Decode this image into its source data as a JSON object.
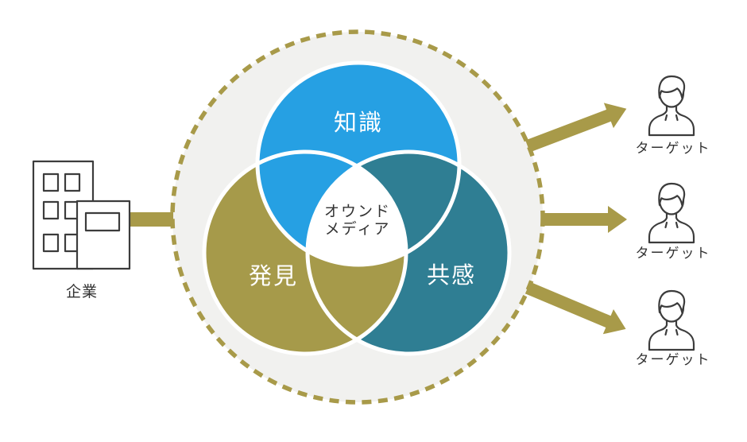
{
  "diagram": {
    "title_hint": "owned-media-venn-flow",
    "company": {
      "label": "企業"
    },
    "venn": {
      "circles": [
        {
          "id": "knowledge",
          "label": "知識",
          "color": "#26A0E3"
        },
        {
          "id": "discovery",
          "label": "発見",
          "color": "#A69A4A"
        },
        {
          "id": "empathy",
          "label": "共感",
          "color": "#2F7E93"
        }
      ],
      "center": {
        "line1": "オウンド",
        "line2": "メディア"
      }
    },
    "targets": [
      {
        "label": "ターゲット"
      },
      {
        "label": "ターゲット"
      },
      {
        "label": "ターゲット"
      }
    ],
    "colors": {
      "accent_gold": "#A89A49",
      "boundary_fill": "#F1F1EF",
      "knowledge_blue": "#26A0E3",
      "discovery_olive": "#A69A4A",
      "empathy_teal": "#2F7E93",
      "text_dark": "#333333",
      "icon_stroke": "#3C3C3C"
    }
  }
}
